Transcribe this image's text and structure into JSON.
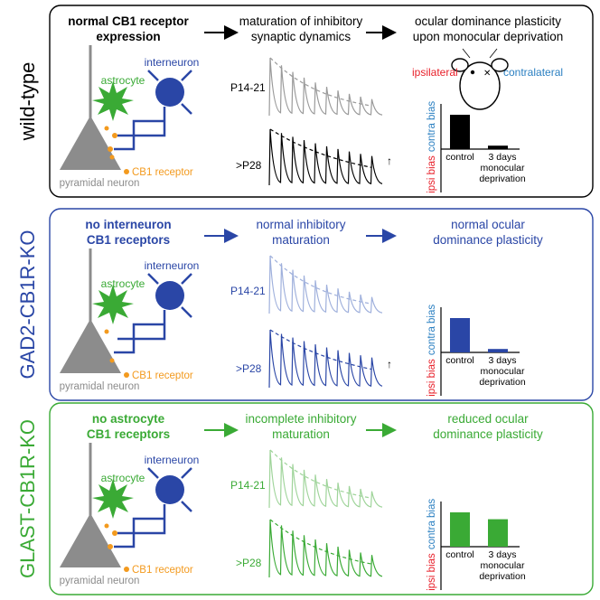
{
  "colors": {
    "wild_type": "#000000",
    "gad2": "#2a46a6",
    "glast": "#3aaa35",
    "neuron_gray": "#8c8c8c",
    "cb1_orange": "#f39a1e",
    "ipsi_red": "#e8202a",
    "contra_blue": "#2a7fc1",
    "trace_wt": "#9a9a9a",
    "trace_gad2_light": "#9fb0dc",
    "trace_glast_light": "#9fd49a"
  },
  "common": {
    "astrocyte": "astrocyte",
    "interneuron": "interneuron",
    "pyramidal": "pyramidal neuron",
    "cb1": "CB1 receptor",
    "p14": "P14-21",
    "p28": ">P28",
    "contra_bias": "contra bias",
    "ipsi_bias": "ipsi bias",
    "control": "control",
    "md_line1": "3 days",
    "md_line2": "monocular",
    "md_line3": "deprivation",
    "ipsilateral": "ipsilateral",
    "contralateral": "contralateral"
  },
  "panels": [
    {
      "side_label": "wild-type",
      "h1_line1": "normal CB1 receptor",
      "h1_line2": "expression",
      "h2_line1": "maturation of inhibitory",
      "h2_line2": "synaptic dynamics",
      "h3_line1": "ocular dominance plasticity",
      "h3_line2": "upon monocular deprivation"
    },
    {
      "side_label": "GAD2-CB1R-KO",
      "h1_line1": "no interneuron",
      "h1_line2": "CB1 receptors",
      "h2_line1": "normal inhibitory",
      "h2_line2": "maturation",
      "h3_line1": "normal ocular",
      "h3_line2": "dominance plasticity"
    },
    {
      "side_label": "GLAST-CB1R-KO",
      "h1_line1": "no astrocyte",
      "h1_line2": "CB1 receptors",
      "h2_line1": "incomplete inhibitory",
      "h2_line2": "maturation",
      "h3_line1": "reduced ocular",
      "h3_line2": "dominance plasticity"
    }
  ],
  "chart_data": [
    {
      "type": "bar",
      "categories": [
        "control",
        "3 days monocular deprivation"
      ],
      "values": [
        1.0,
        0.1
      ],
      "ylabel": "contra bias"
    },
    {
      "type": "bar",
      "categories": [
        "control",
        "3 days monocular deprivation"
      ],
      "values": [
        1.0,
        0.1
      ],
      "ylabel": "contra bias"
    },
    {
      "type": "bar",
      "categories": [
        "control",
        "3 days monocular deprivation"
      ],
      "values": [
        1.0,
        0.8
      ],
      "ylabel": "contra bias"
    }
  ]
}
